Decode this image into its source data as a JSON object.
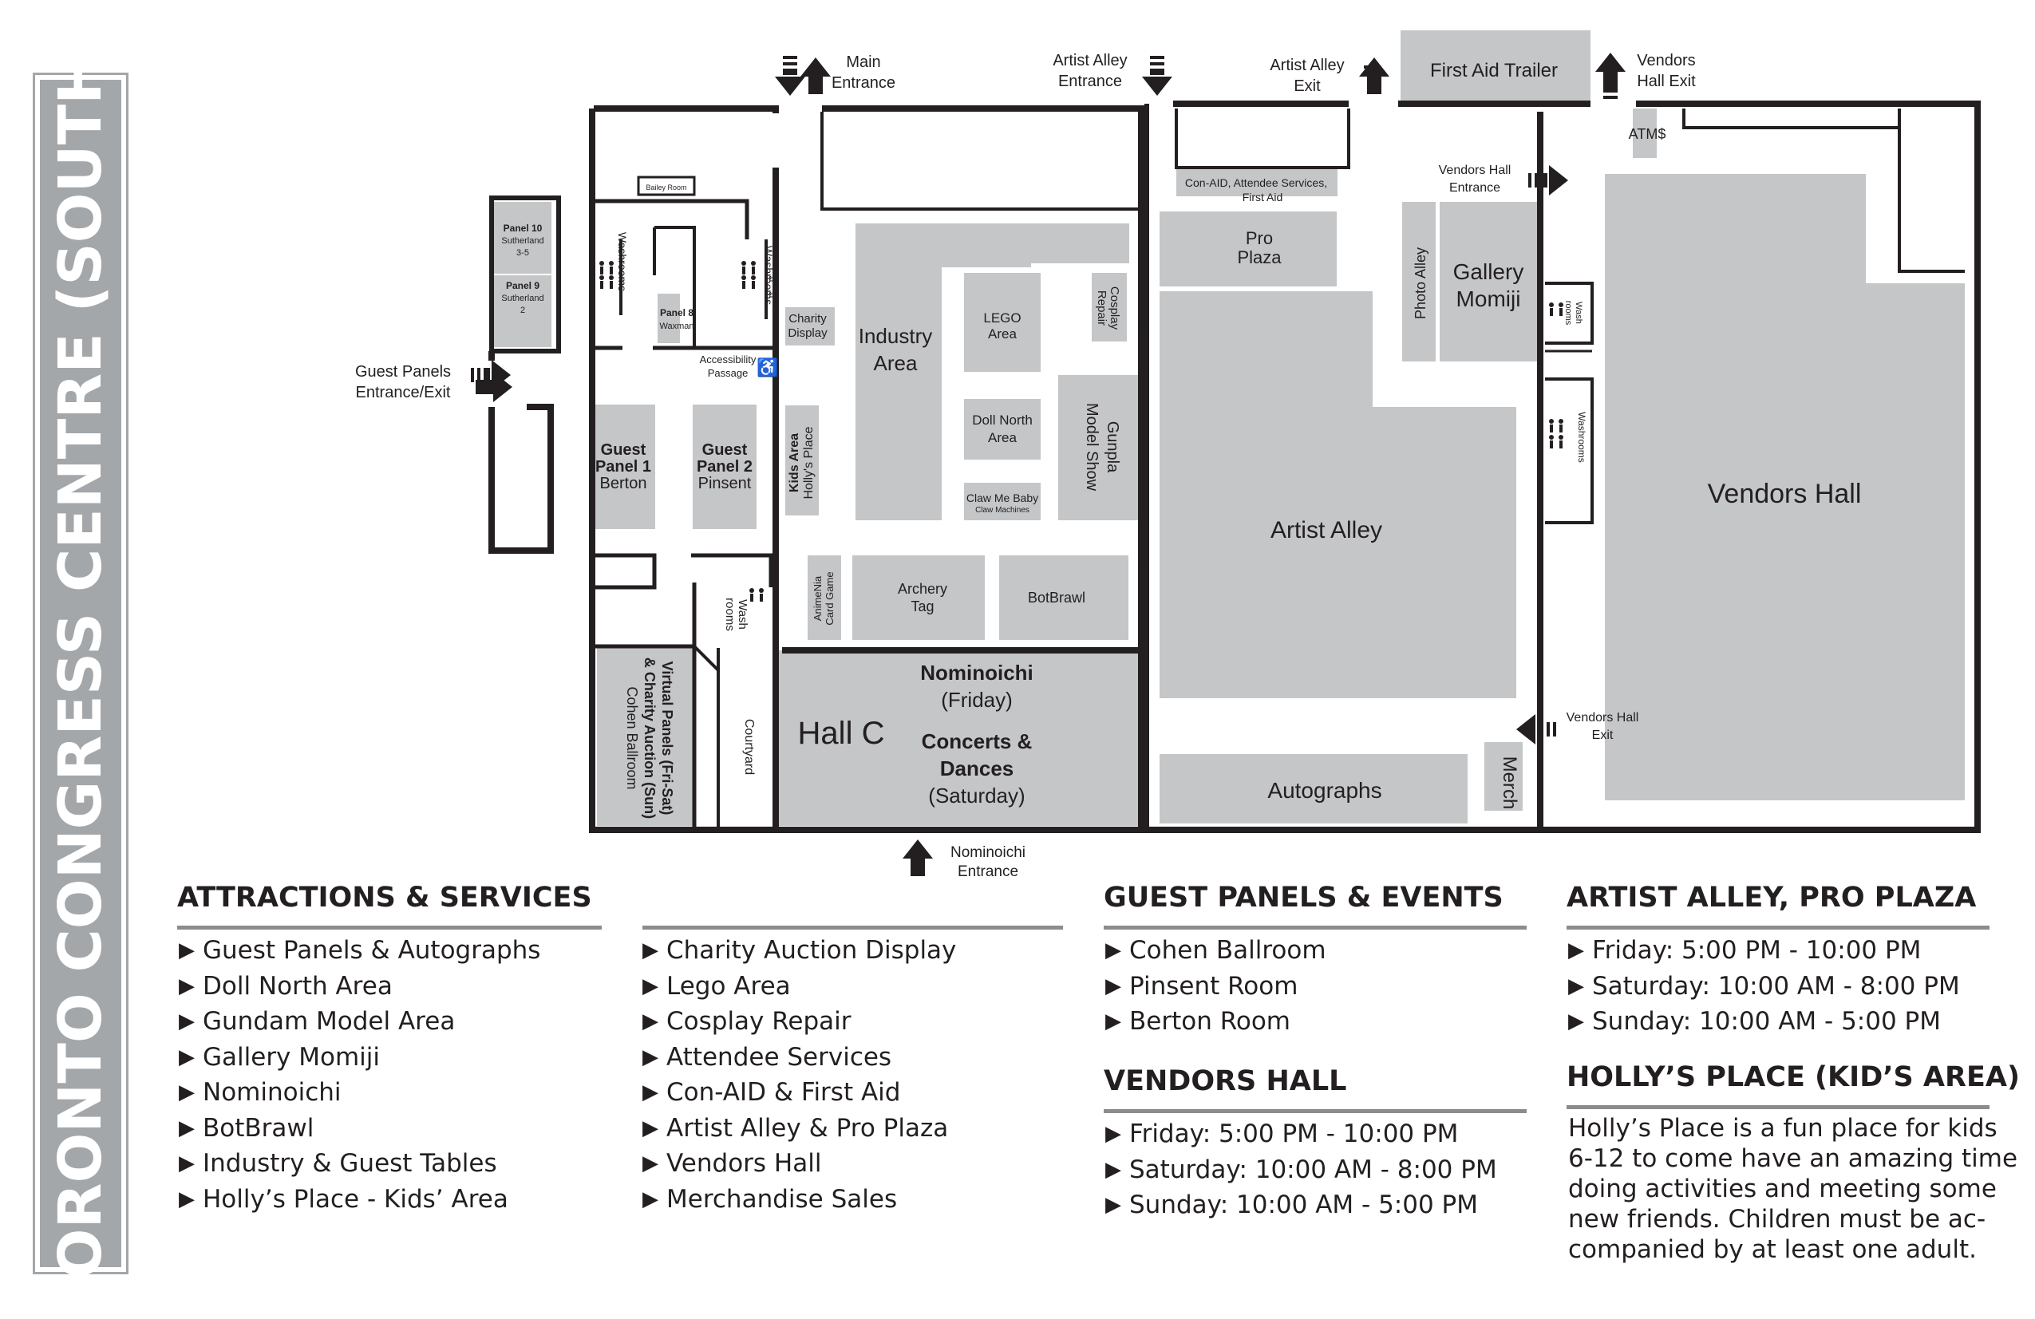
{
  "title": "TORONTO CONGRESS CENTRE (SOUTH)",
  "map": {
    "entrances": {
      "main_1": "Main",
      "main_2": "Entrance",
      "artist_alley_entrance_1": "Artist Alley",
      "artist_alley_entrance_2": "Entrance",
      "artist_alley_exit_1": "Artist Alley",
      "artist_alley_exit_2": "Exit",
      "vendors_hall_exit_top_1": "Vendors",
      "vendors_hall_exit_top_2": "Hall Exit",
      "vendors_hall_entrance_1": "Vendors Hall",
      "vendors_hall_entrance_2": "Entrance",
      "vendors_hall_exit_right_1": "Vendors Hall",
      "vendors_hall_exit_right_2": "Exit",
      "guest_panels_1": "Guest Panels",
      "guest_panels_2": "Entrance/Exit",
      "nominoichi_1": "Nominoichi",
      "nominoichi_2": "Entrance"
    },
    "rooms": {
      "first_aid_trailer": "First Aid Trailer",
      "atm": "ATM$",
      "con_aid_1": "Con-AID, Attendee Services,",
      "con_aid_2": "First Aid",
      "pro_plaza_1": "Pro",
      "pro_plaza_2": "Plaza",
      "photo_alley": "Photo Alley",
      "gallery_momiji_1": "Gallery",
      "gallery_momiji_2": "Momiji",
      "artist_alley": "Artist Alley",
      "autographs": "Autographs",
      "merch": "Merch",
      "vendors_hall": "Vendors Hall",
      "washrooms": "Washrooms",
      "wash_rooms_1": "Wash",
      "wash_rooms_2": "rooms",
      "industry_area_1": "Industry",
      "industry_area_2": "Area",
      "lego_area_1": "LEGO",
      "lego_area_2": "Area",
      "cosplay_repair_1": "Cosplay",
      "cosplay_repair_2": "Repair",
      "doll_north_1": "Doll North",
      "doll_north_2": "Area",
      "gunpla_1": "Gunpla",
      "gunpla_2": "Model Show",
      "claw_me_baby_1": "Claw Me Baby",
      "claw_me_baby_2": "Claw Machines",
      "charity_display_1": "Charity",
      "charity_display_2": "Display",
      "kids_area_1": "Kids Area",
      "kids_area_2": "Holly's Place",
      "animenia_1": "AnimeNia",
      "animenia_2": "Card Game",
      "archery_tag_1": "Archery",
      "archery_tag_2": "Tag",
      "botbrawl": "BotBrawl",
      "hall_c": "Hall C",
      "nominoichi": "Nominoichi",
      "friday": "(Friday)",
      "concerts_1": "Concerts &",
      "concerts_2": "Dances",
      "saturday": "(Saturday)",
      "accessibility_1": "Accessibility",
      "accessibility_2": "Passage",
      "bailey_room": "Bailey Room",
      "panel10_1": "Panel 10",
      "panel10_2": "Sutherland",
      "panel10_3": "3-5",
      "panel9_1": "Panel 9",
      "panel9_2": "Sutherland",
      "panel9_3": "2",
      "panel8_1": "Panel 8",
      "panel8_2": "Waxman",
      "guest_panel1_1": "Guest",
      "guest_panel1_2": "Panel 1",
      "guest_panel1_3": "Berton",
      "guest_panel2_1": "Guest",
      "guest_panel2_2": "Panel 2",
      "guest_panel2_3": "Pinsent",
      "virtual_1": "Virtual Panels (Fri-Sat)",
      "virtual_2": "& Charity Auction (Sun)",
      "virtual_3": "Cohen Ballroom",
      "courtyard": "Courtyard"
    }
  },
  "legend": {
    "attractions": {
      "heading": "ATTRACTIONS & SERVICES",
      "col1": [
        "Guest Panels & Autographs",
        "Doll North Area",
        "Gundam Model Area",
        "Gallery Momiji",
        "Nominoichi",
        "BotBrawl",
        "Industry & Guest Tables",
        "Holly’s Place - Kids’ Area"
      ],
      "col2": [
        "Charity Auction Display",
        "Lego Area",
        "Cosplay Repair",
        "Attendee Services",
        "Con-AID & First Aid",
        "Artist Alley & Pro Plaza",
        "Vendors Hall",
        "Merchandise Sales"
      ]
    },
    "guest_panels": {
      "heading": "GUEST PANELS & EVENTS",
      "items": [
        "Cohen Ballroom",
        "Pinsent Room",
        "Berton Room"
      ]
    },
    "vendors_hall": {
      "heading": "VENDORS HALL",
      "items": [
        "Friday: 5:00 PM - 10:00 PM",
        "Saturday: 10:00 AM - 8:00 PM",
        "Sunday: 10:00 AM - 5:00 PM"
      ]
    },
    "artist_alley": {
      "heading": "ARTIST ALLEY, PRO PLAZA",
      "items": [
        "Friday: 5:00 PM - 10:00 PM",
        "Saturday: 10:00 AM - 8:00 PM",
        "Sunday: 10:00 AM - 5:00 PM"
      ]
    },
    "hollys_place": {
      "heading": "HOLLY’S PLACE (KID’S AREA)",
      "lines": [
        "Holly’s Place is a fun place for kids",
        "6-12 to come have an amazing time",
        "doing activities and meeting some",
        "new friends. Children must be ac-",
        "companied by at least one adult."
      ]
    }
  },
  "colors": {
    "room_fill": "#c4c6c8",
    "wall": "#231f20",
    "banner": "#a4a7a9",
    "rule": "#8a8c8e"
  },
  "icons": [
    "arrow-down-icon",
    "arrow-up-icon",
    "arrow-left-icon",
    "arrow-right-icon",
    "double-arrow-icon",
    "washroom-people-icon",
    "wheelchair-icon"
  ]
}
